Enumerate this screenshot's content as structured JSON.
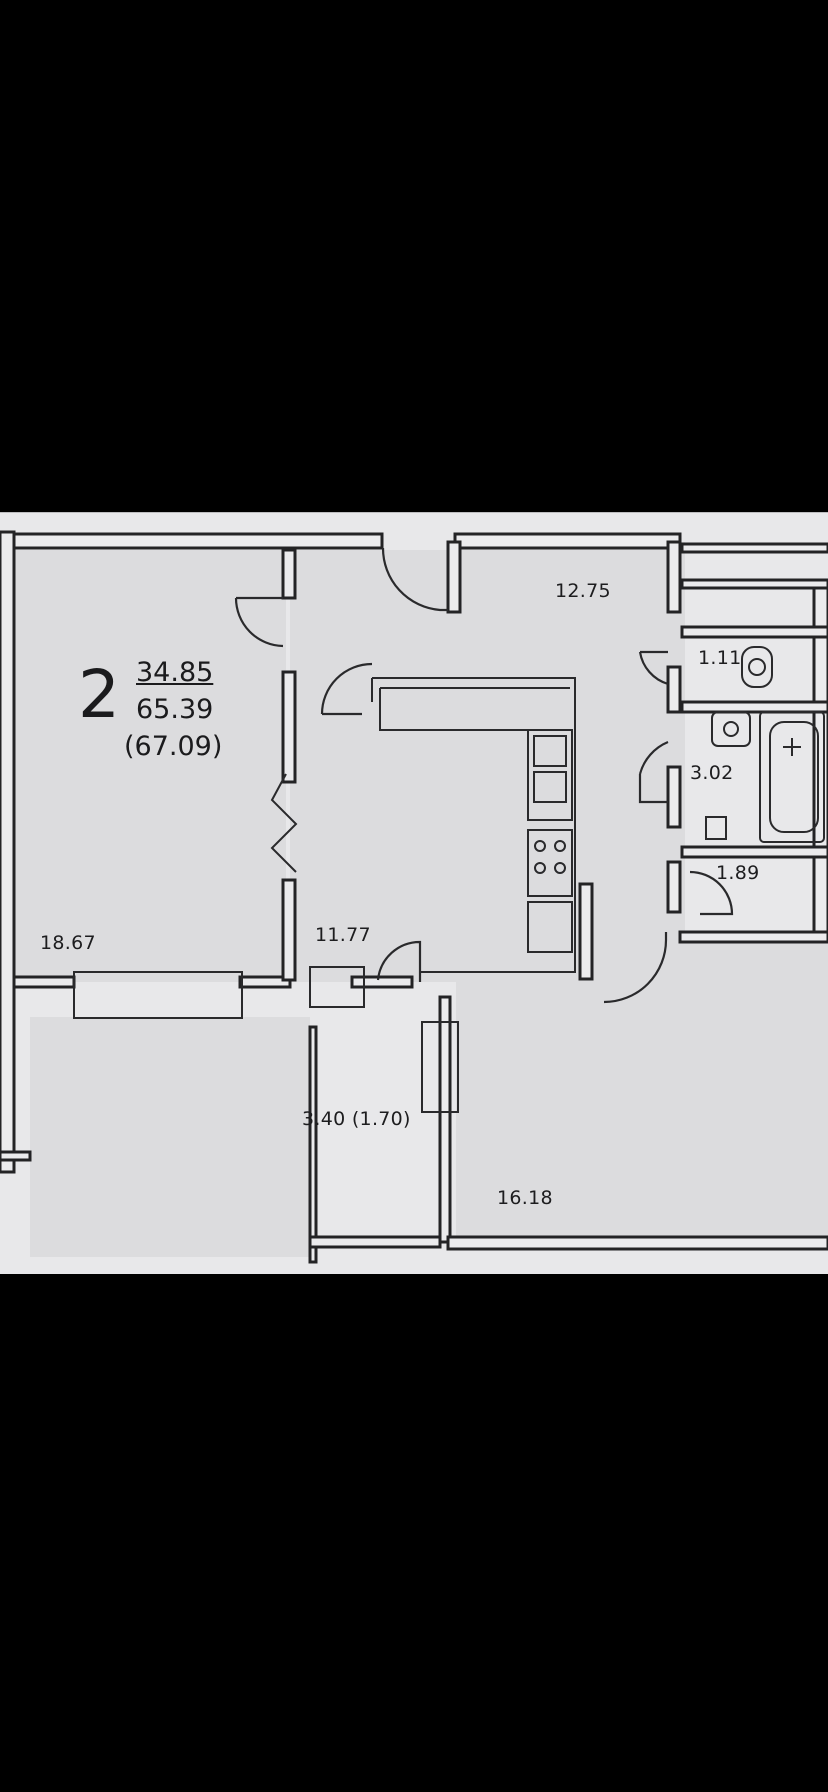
{
  "plan": {
    "room_count": "2",
    "living_area": "34.85",
    "total_area": "65.39",
    "total_area_with_balcony": "(67.09)",
    "rooms": {
      "room_left": "18.67",
      "kitchen": "11.77",
      "hall": "12.75",
      "wc": "1.11",
      "bathroom": "3.02",
      "closet": "1.89",
      "room_right": "16.18",
      "balcony": "3.40 (1.70)"
    }
  },
  "colors": {
    "background": "#000000",
    "paper": "#e6e6e8",
    "room_fill": "#dcdcde",
    "ink": "#232325"
  }
}
